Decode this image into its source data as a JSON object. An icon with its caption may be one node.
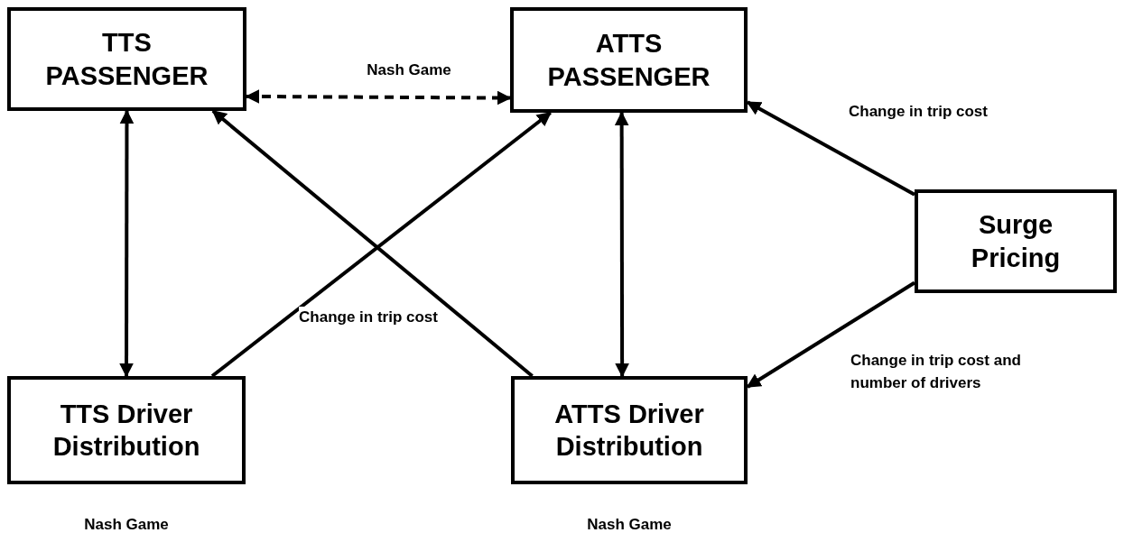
{
  "diagram": {
    "nodes": [
      {
        "text": [
          "TTS PASSENGER"
        ]
      },
      {
        "text": [
          "ATTS PASSENGER"
        ]
      },
      {
        "text": [
          "Surge Pricing"
        ]
      },
      {
        "text": [
          "TTS Driver Distribution"
        ],
        "beside": [
          "Nash Game"
        ]
      },
      {
        "text": [
          "ATTS Driver Distribution"
        ],
        "beside": [
          "Nash Game"
        ]
      }
    ],
    "edges": [
      {
        "from": 0,
        "to": 1,
        "arrow": "both",
        "style": "dashed",
        "label": "Nash Game"
      },
      {
        "from": 0,
        "to": 3,
        "arrow": "both"
      },
      {
        "from": 1,
        "to": 4,
        "arrow": "both"
      },
      {
        "from": 3,
        "to": 1,
        "arrow": "to"
      },
      {
        "from": 4,
        "to": 0,
        "arrow": "to"
      },
      {
        "from": 2,
        "to": 1,
        "arrow": "to",
        "label": "Change in trip cost"
      },
      {
        "from": 2,
        "to": 4,
        "arrow": "to",
        "label": "Change in trip cost and number of drivers"
      }
    ],
    "labels": [
      "Change in trip cost"
    ]
  }
}
